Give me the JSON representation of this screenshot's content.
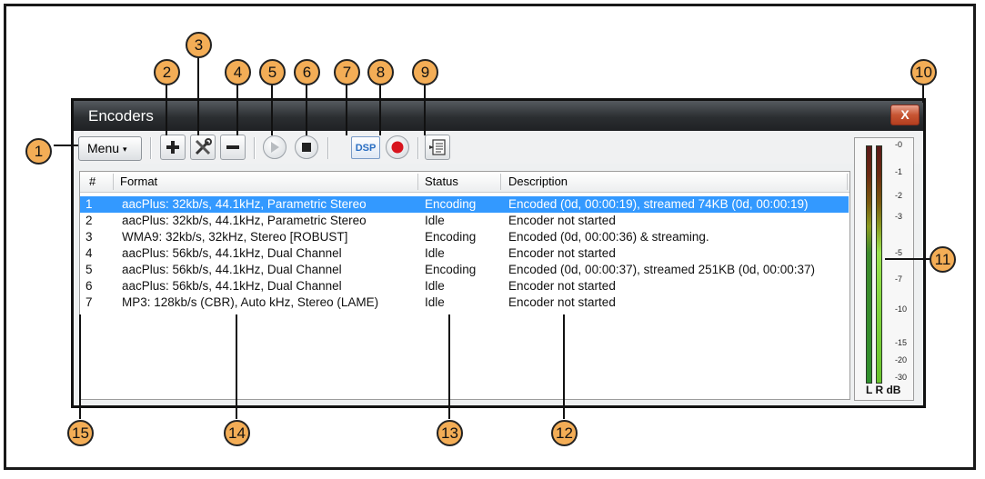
{
  "window": {
    "title": "Encoders",
    "close_label": "X"
  },
  "toolbar": {
    "menu_label": "Menu",
    "menu_arrow": "▾",
    "dsp_label": "DSP"
  },
  "list": {
    "headers": {
      "num": "#",
      "format": "Format",
      "status": "Status",
      "description": "Description"
    },
    "rows": [
      {
        "num": "1",
        "format": "aacPlus: 32kb/s, 44.1kHz, Parametric Stereo",
        "status": "Encoding",
        "description": "Encoded (0d, 00:00:19), streamed 74KB (0d, 00:00:19)",
        "selected": true
      },
      {
        "num": "2",
        "format": "aacPlus: 32kb/s, 44.1kHz, Parametric Stereo",
        "status": "Idle",
        "description": "Encoder not started"
      },
      {
        "num": "3",
        "format": "WMA9: 32kb/s, 32kHz, Stereo [ROBUST]",
        "status": "Encoding",
        "description": "Encoded (0d, 00:00:36) & streaming."
      },
      {
        "num": "4",
        "format": "aacPlus: 56kb/s, 44.1kHz, Dual Channel",
        "status": "Idle",
        "description": "Encoder not started"
      },
      {
        "num": "5",
        "format": "aacPlus: 56kb/s, 44.1kHz, Dual Channel",
        "status": "Encoding",
        "description": "Encoded (0d, 00:00:37), streamed 251KB (0d, 00:00:37)"
      },
      {
        "num": "6",
        "format": "aacPlus: 56kb/s, 44.1kHz, Dual Channel",
        "status": "Idle",
        "description": "Encoder not started"
      },
      {
        "num": "7",
        "format": "MP3: 128kb/s (CBR), Auto kHz, Stereo (LAME)",
        "status": "Idle",
        "description": "Encoder not started"
      }
    ]
  },
  "vu": {
    "ticks": [
      "-0",
      "-1",
      "-2",
      "-3",
      "-5",
      "-7",
      "-10",
      "-15",
      "-20",
      "-30"
    ],
    "footer": "L R dB"
  },
  "callouts": [
    "1",
    "2",
    "3",
    "4",
    "5",
    "6",
    "7",
    "8",
    "9",
    "10",
    "11",
    "12",
    "13",
    "14",
    "15"
  ],
  "colors": {
    "selection": "#3399ff",
    "callout": "#f3ad56",
    "record": "#d8141d",
    "dsp_text": "#2a6ec2"
  }
}
